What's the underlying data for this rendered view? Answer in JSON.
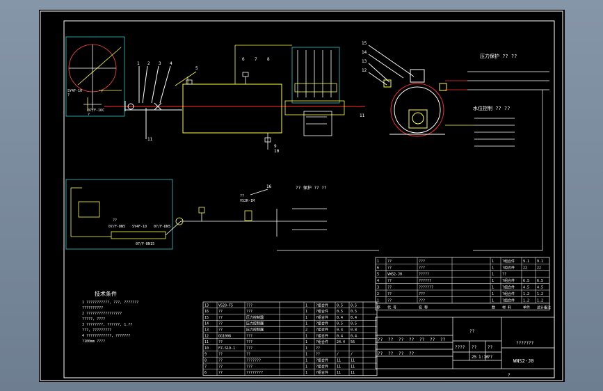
{
  "drawing": {
    "upper_labels": [
      "1",
      "2",
      "3",
      "4",
      "5",
      "6",
      "7",
      "8",
      "9",
      "10",
      "11",
      "12",
      "13",
      "14",
      "15"
    ],
    "lower_labels": [
      "16"
    ],
    "left_tank_labels": {
      "a": "SY4F-10",
      "b": "?",
      "c": "?",
      "d": "07/F-16C",
      "e": "?"
    },
    "pressure_title": "压力保护 ?? ??",
    "water_title": "水位控制 ?? ??",
    "lower_ctrl_title": "?? 保护 ?? ??",
    "lower_left_labels": {
      "a": "??",
      "b": "07/F-DN5",
      "c": "SY4F-10",
      "d": "07/F-DN5",
      "e": "07/F-DN15"
    },
    "lower_mid_labels": {
      "a": "??",
      "b": "VS2R-1M"
    }
  },
  "notes": {
    "title": "技术条件",
    "lines": [
      "1 ???????????, ???, ???????",
      "  ??????????",
      "2 ?????????????????",
      "  ?????, ????",
      "3 ????????, ??????, 1.??",
      "  ???, ?????????",
      "4 ????????????, ???????",
      "  ?100mm ????"
    ]
  },
  "parts_lower": [
    {
      "no": "13",
      "code": "VS20-F5",
      "name": "???",
      "spec": "",
      "qty": "1",
      "mat": "?组合件",
      "w1": "0.5",
      "w2": "0.5",
      "note": ""
    },
    {
      "no": "16",
      "code": "??",
      "name": "???",
      "spec": "",
      "qty": "1",
      "mat": "?组合件",
      "w1": "0.5",
      "w2": "0.5",
      "note": ""
    },
    {
      "no": "15",
      "code": "??",
      "name": "压力控制器",
      "spec": "",
      "qty": "1",
      "mat": "?组合件",
      "w1": "0.4",
      "w2": "0.4",
      "note": ""
    },
    {
      "no": "14",
      "code": "??",
      "name": "压力控制器",
      "spec": "",
      "qty": "1",
      "mat": "?组合件",
      "w1": "0.5",
      "w2": "0.5",
      "note": ""
    },
    {
      "no": "13",
      "code": "??",
      "name": "压力控制器",
      "spec": "",
      "qty": "2",
      "mat": "?组合件",
      "w1": "0.4",
      "w2": "0.8",
      "note": ""
    },
    {
      "no": "12",
      "code": "GG1008",
      "name": "???",
      "spec": "",
      "qty": "1",
      "mat": "?组合件",
      "w1": "0.4",
      "w2": "0.4",
      "note": ""
    },
    {
      "no": "11",
      "code": "??",
      "name": "???",
      "spec": "",
      "qty": "1",
      "mat": "?组合件",
      "w1": "24.4",
      "w2": "56",
      "note": ""
    },
    {
      "no": "10",
      "code": "FZ-S19-1",
      "name": "???",
      "spec": "",
      "qty": "1",
      "mat": "??",
      "w1": "",
      "w2": "",
      "note": ""
    },
    {
      "no": "9",
      "code": "??",
      "name": "??",
      "spec": "",
      "qty": "1",
      "mat": "??",
      "w1": "/",
      "w2": "/",
      "note": ""
    },
    {
      "no": "8",
      "code": "??",
      "name": "???????",
      "spec": "",
      "qty": "1",
      "mat": "?组合件",
      "w1": "11",
      "w2": "11",
      "note": ""
    },
    {
      "no": "7",
      "code": "??",
      "name": "???",
      "spec": "",
      "qty": "1",
      "mat": "?组合件",
      "w1": "11",
      "w2": "11",
      "note": ""
    },
    {
      "no": "6",
      "code": "??",
      "name": "????????",
      "spec": "",
      "qty": "1",
      "mat": "?组合件",
      "w1": "11",
      "w2": "11",
      "note": ""
    }
  ],
  "parts_upper": [
    {
      "no": "1",
      "code": "??",
      "name": "???",
      "spec": "",
      "qty": "1",
      "mat": "?组合件",
      "w1": "9.1",
      "w2": "9.1"
    },
    {
      "no": "6",
      "code": "??",
      "name": "???",
      "spec": "",
      "qty": "1",
      "mat": "?组合件",
      "w1": "22",
      "w2": "22"
    },
    {
      "no": "5",
      "code": "VWS2-J0",
      "name": "?????",
      "spec": "",
      "qty": "1",
      "mat": "??",
      "w1": "",
      "w2": ""
    },
    {
      "no": "4",
      "code": "??",
      "name": "??????",
      "spec": "",
      "qty": "1",
      "mat": "?组合件",
      "w1": "6.5",
      "w2": "6.5"
    },
    {
      "no": "3",
      "code": "??",
      "name": "???????",
      "spec": "",
      "qty": "1",
      "mat": "?组合件",
      "w1": "4.5",
      "w2": "4.5"
    },
    {
      "no": "2",
      "code": "??",
      "name": "???",
      "spec": "",
      "qty": "1",
      "mat": "?组合件",
      "w1": "1.2",
      "w2": "1.2"
    },
    {
      "no": "1",
      "code": "??",
      "name": "???",
      "spec": "",
      "qty": "1",
      "mat": "?组合件",
      "w1": "1.2",
      "w2": "1.2"
    }
  ],
  "header_row": {
    "no": "序",
    "code": "代 号",
    "name": "名 称",
    "qty": "数",
    "mat": "材 料",
    "w1": "单件",
    "w2": "总计",
    "note": "备注"
  },
  "title_block": {
    "a": "??",
    "b": "???????",
    "row1": [
      "??",
      "??",
      "??",
      "??",
      "??",
      "??",
      "??"
    ],
    "row2": [
      "??",
      "??",
      "??",
      "??"
    ],
    "c": "????",
    "d": "??",
    "e": "??",
    "f": "??",
    "g": "25",
    "h": "1:10",
    "drawing_no": "WNS2-J0",
    "sheet": "?"
  }
}
